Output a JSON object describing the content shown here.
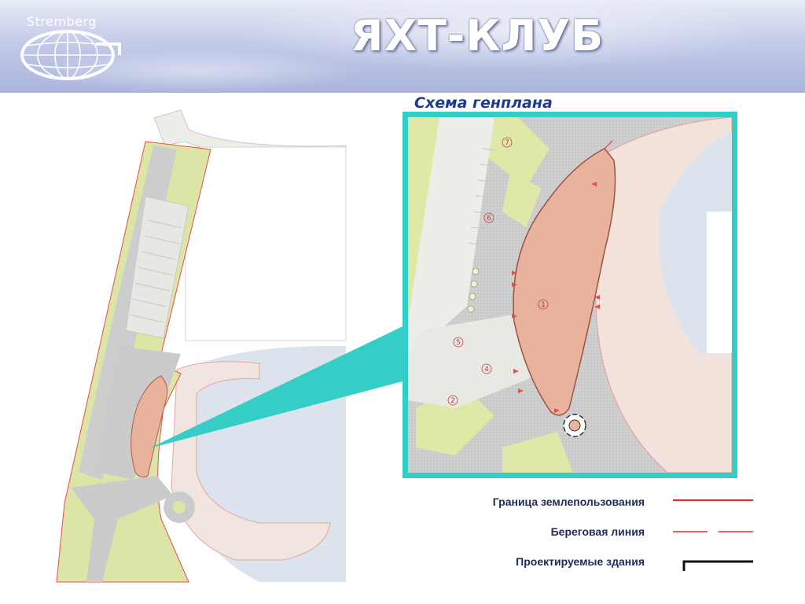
{
  "header": {
    "logo_text": "Stremberg",
    "title": "ЯХТ-КЛУБ"
  },
  "plan": {
    "subtitle": "Схема генплана",
    "markers": [
      "1",
      "2",
      "4",
      "5",
      "6",
      "7"
    ]
  },
  "legend": {
    "items": [
      {
        "label": "Граница землепользования",
        "style": "solid",
        "color": "#e32a2a"
      },
      {
        "label": "Береговая линия",
        "style": "dashed",
        "color": "#e32a2a"
      },
      {
        "label": "Проектируемые здания",
        "style": "bracket",
        "color": "#111111"
      }
    ]
  },
  "colors": {
    "accent_frame": "#35cec6",
    "building": "#e8b29d",
    "green": "#e0e8a8",
    "paving": "#cfcfcf",
    "water": "#dde3ec"
  }
}
